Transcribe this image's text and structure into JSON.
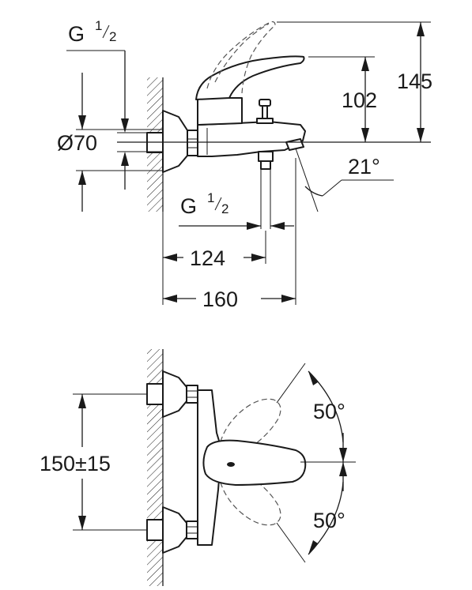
{
  "top_view": {
    "thread_inlet": {
      "prefix": "G ",
      "num": "1",
      "den": "2"
    },
    "diameter": "Ø70",
    "height_overall": "145",
    "height_spout": "102",
    "angle_spout": "21°",
    "thread_outlet": {
      "prefix": "G ",
      "num": "1",
      "den": "2"
    },
    "depth_short": "124",
    "depth_long": "160"
  },
  "bottom_view": {
    "center_distance": "150±15",
    "lever_angle_up": "50°",
    "lever_angle_down": "50°"
  },
  "colors": {
    "line": "#1a1a1a",
    "background": "#ffffff",
    "dashed": "#555555"
  }
}
